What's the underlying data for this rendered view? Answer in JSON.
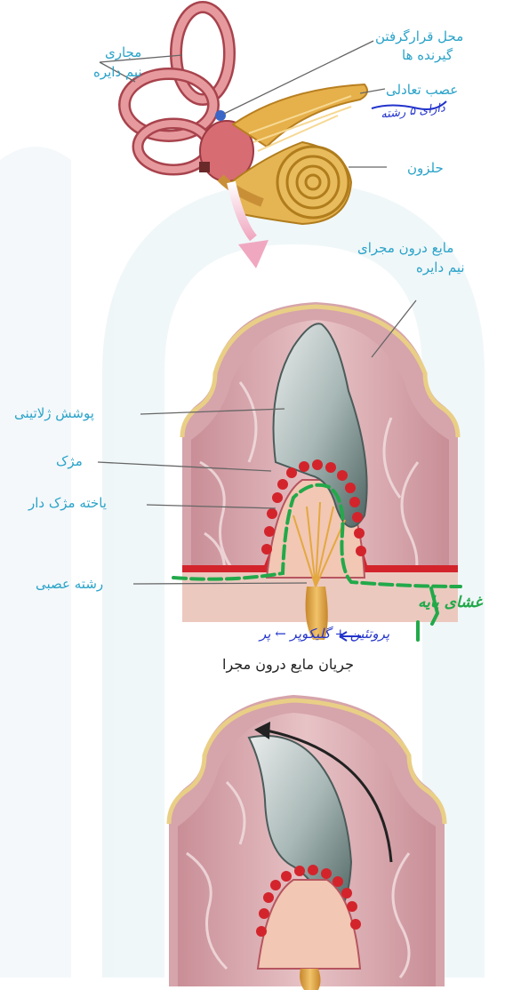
{
  "colors": {
    "label": "#2aa3c9",
    "tissue_pink": "#d9a6ad",
    "tissue_dark": "#8c2f3a",
    "cupula": "#9fb3b1",
    "hair_red": "#d3242c",
    "nerve": "#e3a840",
    "annotation_green": "#22a94a",
    "annotation_blue": "#2233cc",
    "watermark": "#e6f1f5"
  },
  "labels": {
    "semicircular_canals_1": "مجاری",
    "semicircular_canals_2": "نیم دایره",
    "receptor_site_1": "محل قرارگرفتن",
    "receptor_site_2": "گیرنده ها",
    "vestibular_nerve": "عصب تعادلی",
    "cochlea": "حلزون",
    "canal_fluid_1": "مایع درون مجرای",
    "canal_fluid_2": "نیم دایره",
    "cupula": "پوشش ژلاتینی",
    "cilia": "مژک",
    "hair_cell": "یاخته مژک دار",
    "nerve_fiber": "رشته عصبی",
    "fluid_flow": "جریان مایع درون مجرا"
  },
  "handwriting": {
    "blue_note_right": "دارای ۵ رشته",
    "blue_formula": "پروتئین + گلیکوپر ← پر",
    "green_note": "غشای پایه"
  }
}
